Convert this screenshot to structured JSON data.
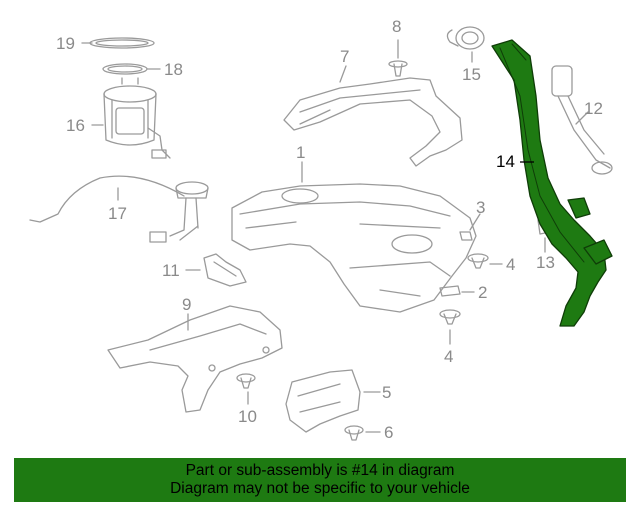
{
  "diagram": {
    "callouts": {
      "c1": "1",
      "c2": "2",
      "c3": "3",
      "c4a": "4",
      "c4b": "4",
      "c5": "5",
      "c6": "6",
      "c7": "7",
      "c8": "8",
      "c9": "9",
      "c10": "10",
      "c11": "11",
      "c12": "12",
      "c13": "13",
      "c14": "14",
      "c15": "15",
      "c16": "16",
      "c17": "17",
      "c18": "18",
      "c19": "19"
    },
    "highlighted_part": "14",
    "colors": {
      "highlight": "#1e7a12",
      "line_art": "#9a9a9a",
      "banner": "#1e7a12"
    }
  },
  "banner": {
    "line1": "Part or sub-assembly is #14 in diagram",
    "line2": "Diagram may not be specific to your vehicle"
  }
}
